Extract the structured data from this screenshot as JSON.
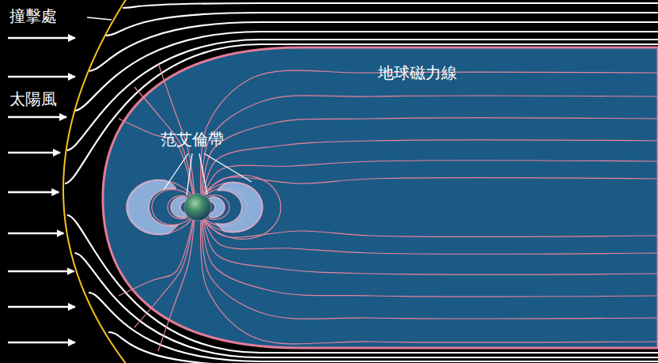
{
  "diagram": {
    "labels": [
      "撞擊處",
      "太陽風",
      "范艾倫帶",
      "地球磁力線"
    ]
  }
}
